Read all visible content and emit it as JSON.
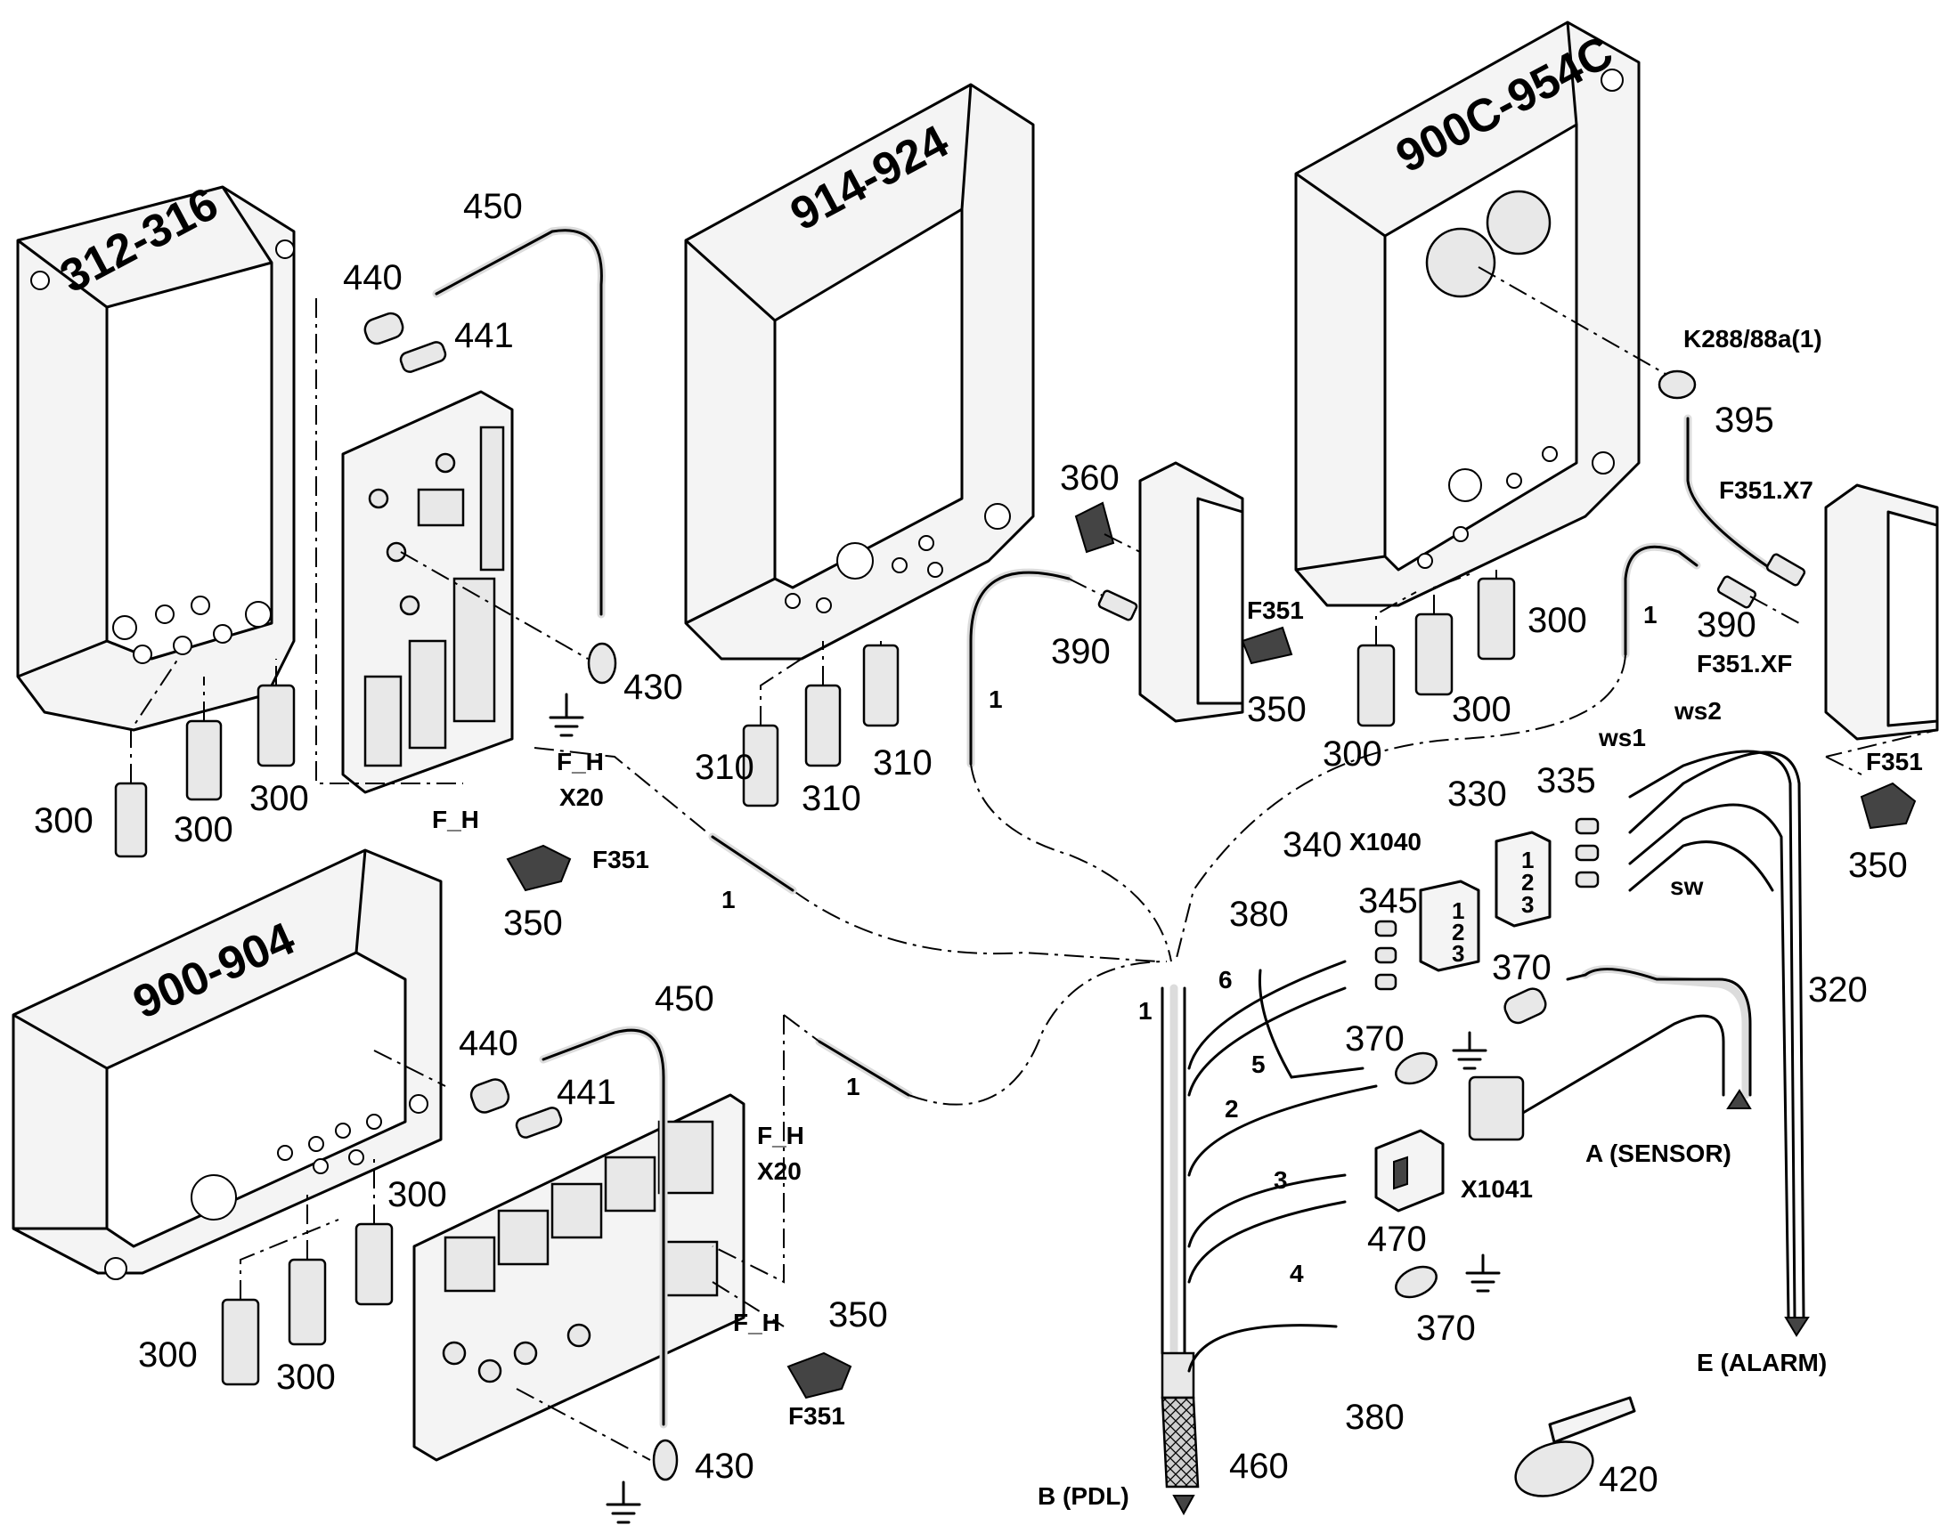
{
  "boxes": {
    "box_312": "312-316",
    "box_914": "914-924",
    "box_900c": "900C-954C",
    "box_900": "900-904"
  },
  "part_numbers": {
    "p300_a": "300",
    "p300_b": "300",
    "p300_c": "300",
    "p300_d": "300",
    "p300_e": "300",
    "p300_f": "300",
    "p300_g": "300",
    "p300_h": "300",
    "p300_i": "300",
    "p310_a": "310",
    "p310_b": "310",
    "p310_c": "310",
    "p320": "320",
    "p330": "330",
    "p335": "335",
    "p340": "340",
    "p345": "345",
    "p350_a": "350",
    "p350_b": "350",
    "p350_c": "350",
    "p350_d": "350",
    "p360": "360",
    "p370_a": "370",
    "p370_b": "370",
    "p370_c": "370",
    "p380_a": "380",
    "p380_b": "380",
    "p390_a": "390",
    "p390_b": "390",
    "p395": "395",
    "p420": "420",
    "p430_a": "430",
    "p430_b": "430",
    "p440_a": "440",
    "p440_b": "440",
    "p441_a": "441",
    "p441_b": "441",
    "p450_a": "450",
    "p450_b": "450",
    "p460": "460",
    "p470": "470"
  },
  "connector_labels": {
    "fh_a": "F_H",
    "x20_a": "X20",
    "fh_b": "F_H",
    "f351_a": "F351",
    "fh_c": "F_H",
    "x20_b": "X20",
    "fh_d": "F_H",
    "f351_b": "F351",
    "f351_c": "F351",
    "k288": "K288/88a(1)",
    "f351x7": "F351.X7",
    "f351xf": "F351.XF",
    "f351_d": "F351",
    "x1040": "X1040",
    "x1041": "X1041",
    "ws1": "ws1",
    "ws2": "ws2",
    "sw": "sw",
    "sensor": "A (SENSOR)",
    "alarm": "E (ALARM)",
    "pdl": "B (PDL)"
  },
  "wire_numbers": {
    "w1_a": "1",
    "w1_b": "1",
    "w1_c": "1",
    "w1_d": "1",
    "w1_e": "1",
    "w2": "2",
    "w3": "3",
    "w4": "4",
    "w5": "5",
    "w6": "6"
  },
  "terminal_digits": {
    "t340_1": "1",
    "t340_2": "2",
    "t340_3": "3",
    "t330_1": "1",
    "t330_2": "2",
    "t330_3": "3"
  }
}
